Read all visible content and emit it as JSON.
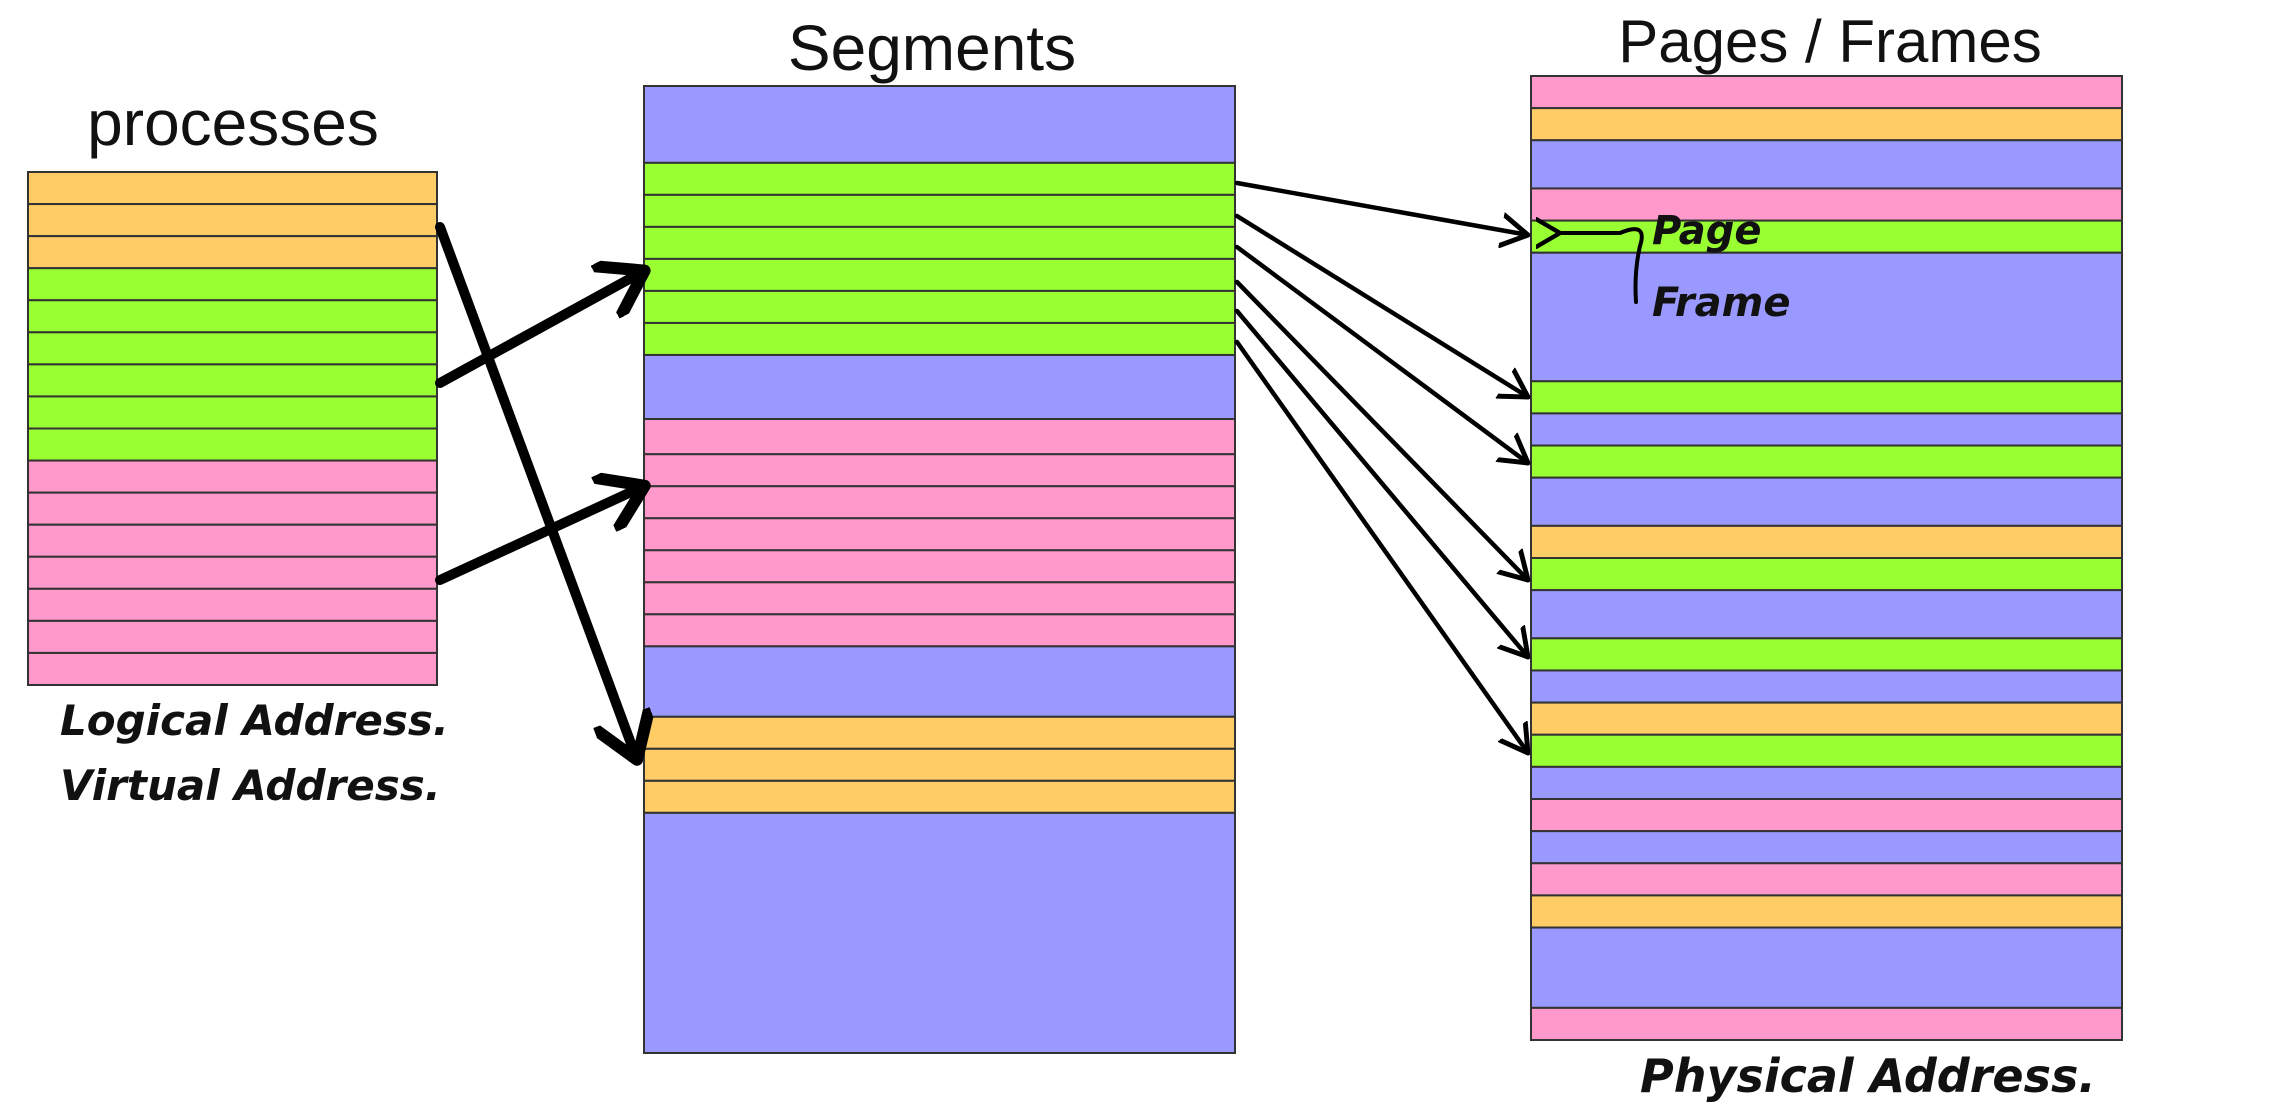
{
  "colors": {
    "orange": "#ffcc66",
    "green": "#99ff33",
    "pink": "#ff99cc",
    "blue": "#9999ff"
  },
  "processes": {
    "title": "processes",
    "rows": [
      "orange",
      "orange",
      "orange",
      "green",
      "green",
      "green",
      "green",
      "green",
      "green",
      "pink",
      "pink",
      "pink",
      "pink",
      "pink",
      "pink",
      "pink"
    ],
    "caption_line1": "Logical Address.",
    "caption_line2": "Virtual Address."
  },
  "segments": {
    "title": "Segments",
    "blocks": [
      {
        "color": "blue",
        "units": 2.4
      },
      {
        "color": "green",
        "units": 1
      },
      {
        "color": "green",
        "units": 1
      },
      {
        "color": "green",
        "units": 1
      },
      {
        "color": "green",
        "units": 1
      },
      {
        "color": "green",
        "units": 1
      },
      {
        "color": "green",
        "units": 1
      },
      {
        "color": "blue",
        "units": 2
      },
      {
        "color": "pink",
        "units": 1.1
      },
      {
        "color": "pink",
        "units": 1
      },
      {
        "color": "pink",
        "units": 1
      },
      {
        "color": "pink",
        "units": 1
      },
      {
        "color": "pink",
        "units": 1
      },
      {
        "color": "pink",
        "units": 1
      },
      {
        "color": "pink",
        "units": 1
      },
      {
        "color": "blue",
        "units": 2.2
      },
      {
        "color": "orange",
        "units": 1
      },
      {
        "color": "orange",
        "units": 1
      },
      {
        "color": "orange",
        "units": 1
      },
      {
        "color": "blue",
        "units": 7.5
      }
    ]
  },
  "frames": {
    "title": "Pages / Frames",
    "blocks": [
      {
        "color": "pink",
        "units": 1
      },
      {
        "color": "orange",
        "units": 1
      },
      {
        "color": "blue",
        "units": 1.5
      },
      {
        "color": "pink",
        "units": 1
      },
      {
        "color": "green",
        "units": 1
      },
      {
        "color": "blue",
        "units": 4
      },
      {
        "color": "green",
        "units": 1
      },
      {
        "color": "blue",
        "units": 1
      },
      {
        "color": "green",
        "units": 1
      },
      {
        "color": "blue",
        "units": 1.5
      },
      {
        "color": "orange",
        "units": 1
      },
      {
        "color": "green",
        "units": 1
      },
      {
        "color": "blue",
        "units": 1.5
      },
      {
        "color": "green",
        "units": 1
      },
      {
        "color": "blue",
        "units": 1
      },
      {
        "color": "orange",
        "units": 1
      },
      {
        "color": "green",
        "units": 1
      },
      {
        "color": "blue",
        "units": 1
      },
      {
        "color": "pink",
        "units": 1
      },
      {
        "color": "blue",
        "units": 1
      },
      {
        "color": "pink",
        "units": 1
      },
      {
        "color": "orange",
        "units": 1
      },
      {
        "color": "blue",
        "units": 2.5
      },
      {
        "color": "pink",
        "units": 1
      }
    ],
    "caption": "Physical Address.",
    "annotation_line1": "Page",
    "annotation_line2": "Frame"
  }
}
